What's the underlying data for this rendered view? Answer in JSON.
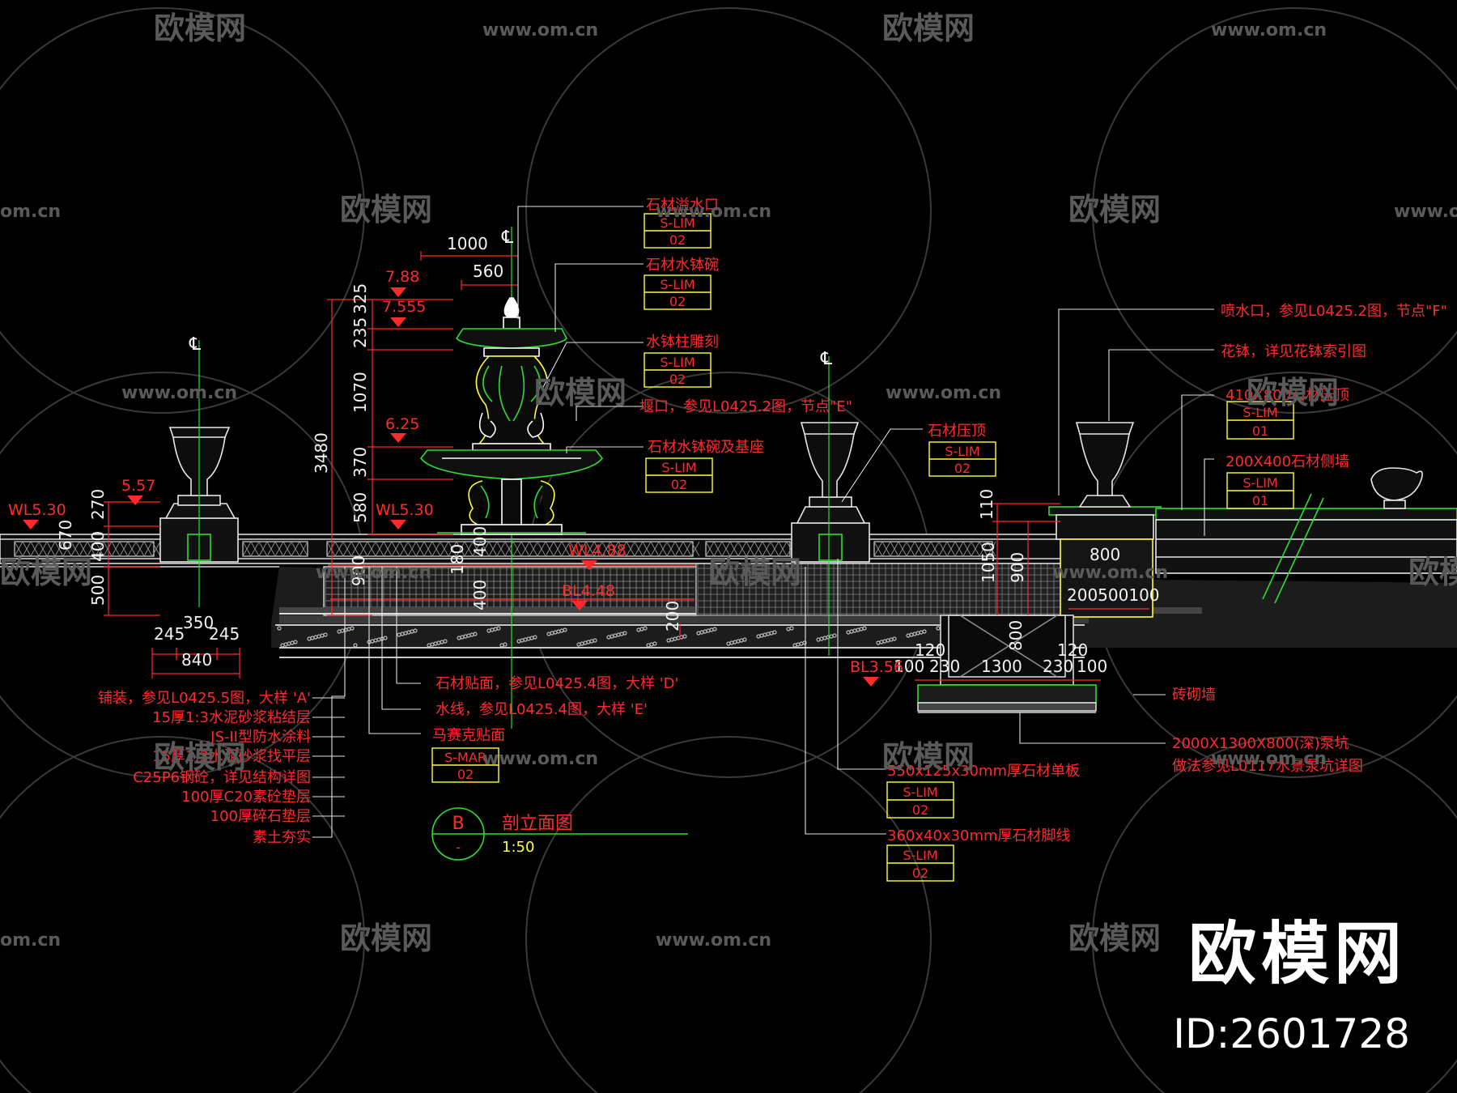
{
  "watermark": {
    "brand": "欧模网",
    "url": "www.om.cn",
    "url_short": "om.cn",
    "id_label": "ID:2601728"
  },
  "title_block": {
    "letter": "B",
    "sub": "-",
    "title": "剖立面图",
    "scale": "1:50"
  },
  "dims": {
    "d1000": "1000",
    "d560": "560",
    "d3480": "3480",
    "d325": "325",
    "d235": "235",
    "d1070": "1070",
    "d370": "370",
    "d580": "580",
    "d270": "270",
    "d400": "400",
    "d500": "500",
    "d670": "670",
    "d245": "245",
    "d350": "350",
    "d840": "840",
    "d180": "180",
    "d200": "200",
    "d900": "900",
    "d1050": "1050",
    "d110": "110",
    "d800": "800",
    "d200500100": "200500100",
    "d120": "120",
    "d100": "100",
    "d230": "230",
    "d1300": "1300"
  },
  "levels": {
    "l788": "7.88",
    "l7555": "7.555",
    "l625": "6.25",
    "l557": "5.57",
    "wl530": "WL5.30",
    "wl488": "WL4.88",
    "bl448": "BL4.48",
    "bl356": "BL3.56"
  },
  "cl": "℄",
  "callouts": {
    "c1": "石材溢水口",
    "c2": "石材水钵碗",
    "c3": "水钵柱雕刻",
    "c4": "堰口，参见L0425.2图，节点\"E\"",
    "c5": "石材水钵碗及基座",
    "c6": "石材压顶",
    "c7": "喷水口，参见L0425.2图，节点\"F\"",
    "c8": "花钵，详见花钵索引图",
    "c9": "410X800石材压顶",
    "c10": "200X400石材侧墙",
    "c11": "石材贴面，参见L0425.4图，大样 'D'",
    "c12": "水线，参见L0425.4图，大样 'E'",
    "c13": "马赛克贴面",
    "c14": "砖砌墙",
    "c15": "2000X1300X800(深)泵坑",
    "c16": "做法参见L0117水景泵坑详图",
    "c17": "550x125x30mm厚石材单板",
    "c18": "360x40x30mm厚石材脚线"
  },
  "layers": [
    "铺装，参见L0425.5图，大样 'A'",
    "15厚1:3水泥砂浆粘结层",
    "JS-II型防水涂料",
    "15厚1:3水泥砂浆找平层",
    "C25P6钢砼，详见结构详图",
    "100厚C20素砼垫层",
    "100厚碎石垫层",
    "素土夯实"
  ],
  "tags": {
    "slim": "S-LIM",
    "smar": "S-MAR",
    "n02": "02",
    "n01": "01"
  },
  "colors": {
    "red": "#ff2a2a",
    "yellow": "#ffff3a",
    "green": "#2fdc2f",
    "white": "#f2f2f2",
    "gray": "#8a8a8a",
    "cyan": "#38d8d8"
  }
}
